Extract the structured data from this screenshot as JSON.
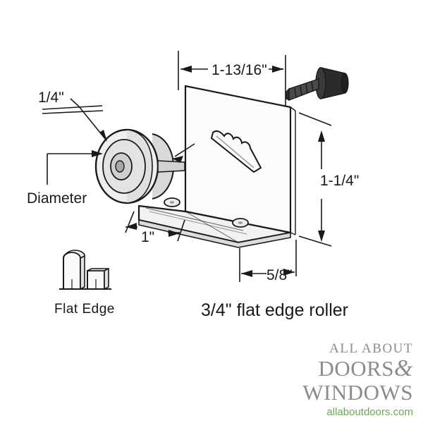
{
  "diagram": {
    "title": "3/4\" flat edge roller",
    "dimensions": {
      "width_top": "1-13/16\"",
      "thickness": "1/4\"",
      "diameter_label": "Diameter",
      "base_length": "1\"",
      "height": "1-1/4\"",
      "depth": "5/8\""
    },
    "detail": {
      "flat_edge_label": "Flat Edge"
    },
    "colors": {
      "line": "#1a1a1a",
      "fill_light": "#f4f4f4",
      "fill_mid": "#d8d8d8",
      "fill_dark": "#b8b8b8",
      "brand_gray": "#8c8c8c",
      "brand_green": "#6aa84f"
    }
  },
  "branding": {
    "line1": "ALL ABOUT",
    "line2": "DOORS",
    "ampersand": "&",
    "line3": "WINDOWS",
    "url": "allaboutdoors.com"
  }
}
